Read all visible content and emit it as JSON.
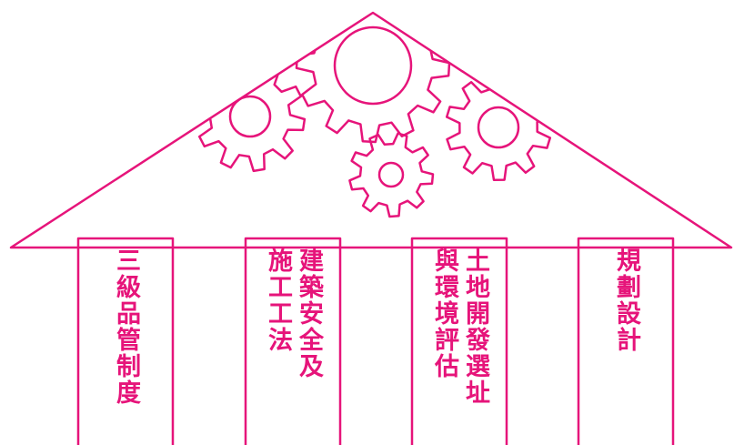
{
  "colors": {
    "accent": "#e6147a",
    "background": "#ffffff"
  },
  "pillars": [
    {
      "lines": [
        "三級品管制度"
      ]
    },
    {
      "lines": [
        "建築安全及",
        "施工工法"
      ]
    },
    {
      "lines": [
        "土地開發選址",
        "與環境評估"
      ]
    },
    {
      "lines": [
        "規劃設計"
      ]
    }
  ],
  "icons": [
    "gear-icon",
    "gear-icon",
    "gear-icon",
    "gear-icon",
    "gear-icon"
  ]
}
